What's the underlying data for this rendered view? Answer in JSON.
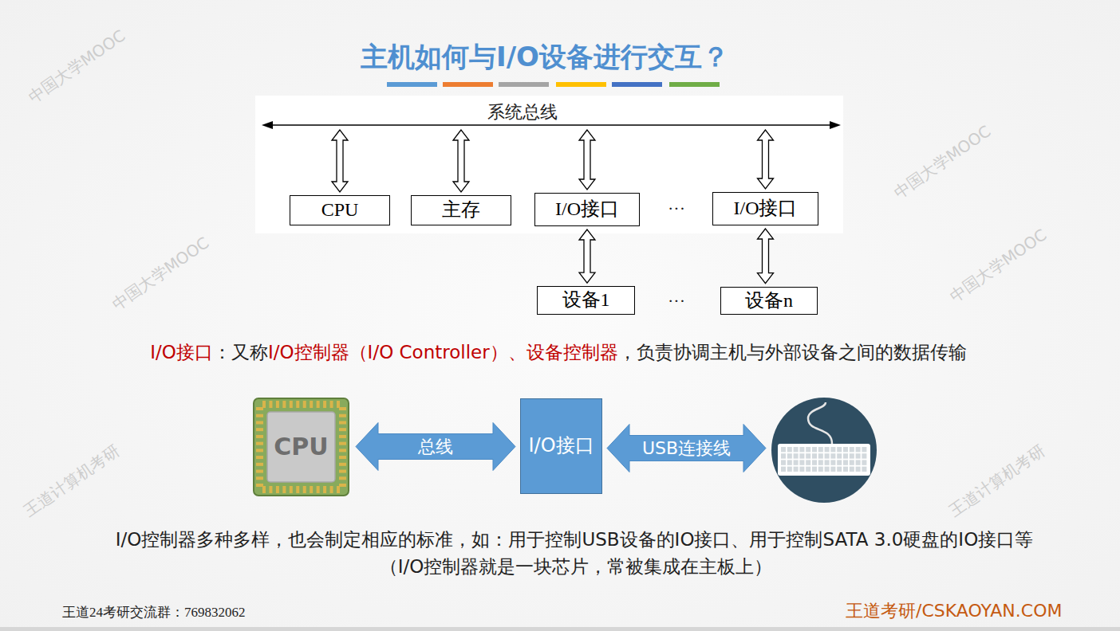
{
  "diagram": {
    "title": "主机如何与I/O设备进行交互？",
    "nodes": [
      {
        "text": [
          "CPU"
        ]
      },
      {
        "text": [
          "主存"
        ]
      },
      {
        "text": [
          "I/O接口"
        ]
      },
      {
        "text": [
          "I/O接口"
        ]
      },
      {
        "text": [
          "设备1"
        ]
      },
      {
        "text": [
          "设备n"
        ]
      },
      {
        "text": [
          "CPU"
        ]
      },
      {
        "text": [
          "I/O接口"
        ]
      },
      {
        "text": []
      }
    ],
    "edges": [
      {
        "from": 2,
        "to": 4,
        "arrow": "both"
      },
      {
        "from": 3,
        "to": 5,
        "arrow": "both"
      },
      {
        "from": 6,
        "to": 7,
        "label": "总线",
        "arrow": "both"
      },
      {
        "from": 7,
        "to": 8,
        "label": "USB连接线",
        "arrow": "both"
      }
    ],
    "labels": [
      "系统总线",
      "···",
      "···",
      "I/O接口",
      "：又称",
      "I/O控制器（I/O Controller）、设备控制器",
      "，负责协调主机与外部设备之间的数据传输",
      "I/O控制器多种多样，也会制定相应的标准，如：用于控制USB设备的IO接口、用于控制SATA 3.0硬盘的IO接口等",
      "（I/O控制器就是一块芯片，常被集成在主板上）",
      "王道24考研交流群：769832062",
      "王道考研/CSKAOYAN.COM",
      "中国大学MOOC",
      "中国大学MOOC",
      "中国大学MOOC",
      "中国大学MOOC",
      "王道计算机考研",
      "王道计算机考研"
    ]
  }
}
